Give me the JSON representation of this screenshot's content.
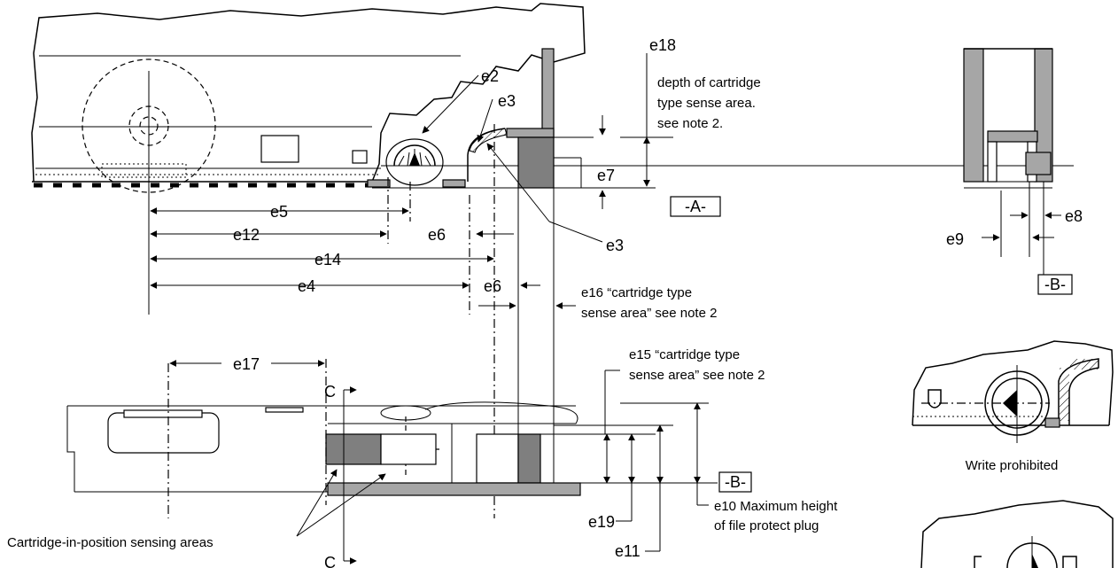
{
  "labels": {
    "e2": "e2",
    "e3_top": "e3",
    "e3_bottom": "e3",
    "e4": "e4",
    "e5": "e5",
    "e6_a": "e6",
    "e6_b": "e6",
    "e7": "e7",
    "e8": "e8",
    "e9": "e9",
    "e10_line1": "e10 Maximum height",
    "e10_line2": "of file protect plug",
    "e11": "e11",
    "e12": "e12",
    "e14": "e14",
    "e15_line1": "e15 “cartridge type",
    "e15_line2": "sense area” see note 2",
    "e16_line1": "e16 “cartridge type",
    "e16_line2": "sense area” see note 2",
    "e17": "e17",
    "e18": "e18",
    "e18_note_line1": "depth of cartridge",
    "e18_note_line2": "type sense area.",
    "e18_note_line3": "see note 2.",
    "e19": "e19",
    "datum_a": "-A-",
    "datum_b_right": "-B-",
    "datum_b_bottom": "-B-",
    "section_c_top": "C",
    "section_c_bottom": "C",
    "sensing_areas": "Cartridge-in-position sensing areas",
    "write_prohibited": "Write prohibited"
  }
}
